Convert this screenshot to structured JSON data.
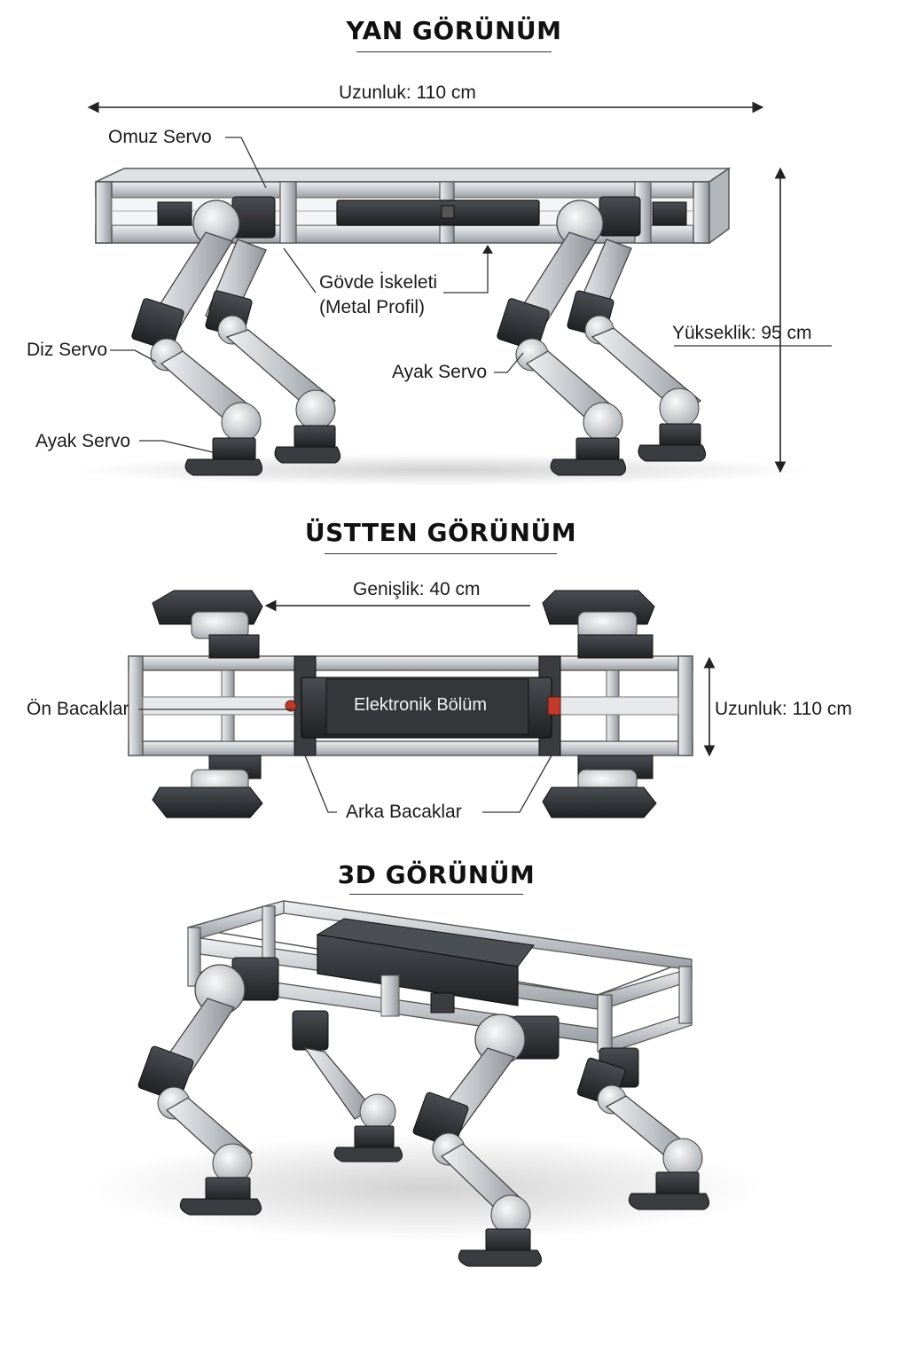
{
  "side_view": {
    "title": "YAN GÖRÜNÜM",
    "length_label": "Uzunluk: 110 cm",
    "shoulder_servo": "Omuz Servo",
    "body_frame_line1": "Gövde İskeleti",
    "body_frame_line2": "(Metal Profil)",
    "knee_servo": "Diz Servo",
    "foot_servo_left": "Ayak Servo",
    "foot_servo_right": "Ayak Servo",
    "height_label": "Yükseklik:  95 cm"
  },
  "top_view": {
    "title": "ÜSTTEN GÖRÜNÜM",
    "width_label": "Genişlik: 40 cm",
    "length_label": "Uzunluk: 110 cm",
    "front_legs": "Ön Bacaklar",
    "rear_legs": "Arka Bacaklar",
    "electronics": "Elektronik Bölüm"
  },
  "iso_view": {
    "title": "3D GÖRÜNÜM"
  },
  "colors": {
    "frame": "#c9ccd0",
    "frame_dark": "#7d8187",
    "servo": "#2b2d30",
    "red_accent": "#c0392b",
    "label": "#1a1a1a"
  }
}
